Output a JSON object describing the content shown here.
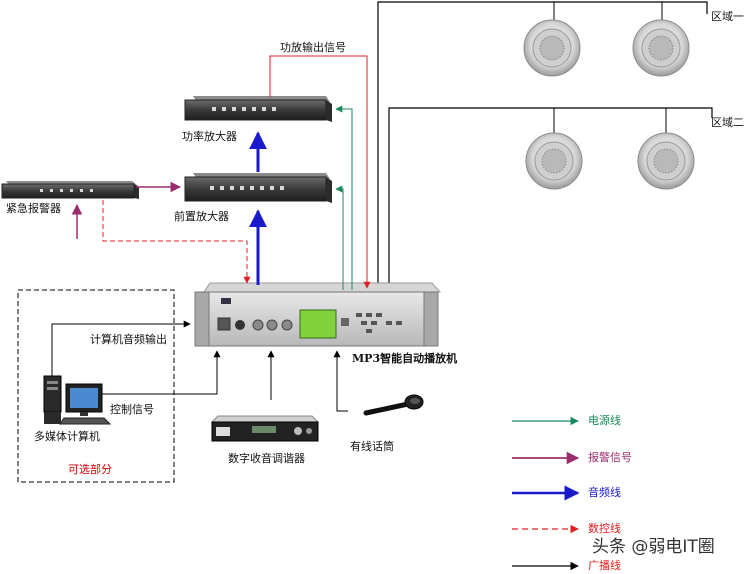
{
  "labels": {
    "amp_output_signal": "功放输出信号",
    "power_amplifier": "功率放大器",
    "pre_amplifier": "前置放大器",
    "emergency_alarm": "紧急报警器",
    "computer_audio_output": "计算机音频输出",
    "control_signal": "控制信号",
    "multimedia_computer": "多媒体计算机",
    "optional_part": "可选部分",
    "mp3_player": "MP3智能自动播放机",
    "digital_tuner": "数字收音调谐器",
    "wired_mic": "有线话筒",
    "zone1": "区域一",
    "zone2": "区域二"
  },
  "legend": [
    {
      "text": "电源线",
      "color": "#1a8a5a",
      "style": "solid"
    },
    {
      "text": "报警信号",
      "color": "#9b2d6e",
      "style": "solid"
    },
    {
      "text": "音频线",
      "color": "#1a1acc",
      "style": "solid"
    },
    {
      "text": "数控线",
      "color": "#e02020",
      "style": "dashed"
    },
    {
      "text": "广播线",
      "color": "#000000",
      "style": "solid"
    }
  ],
  "watermark": "头条 @弱电IT圈",
  "colors": {
    "power_line": "#1a8a5a",
    "alarm_signal": "#9b2d6e",
    "audio_line": "#1a1acc",
    "control_line": "#e02020",
    "broadcast_line": "#000000",
    "lcd_screen": "#7fd23a"
  },
  "icons": [
    "ceiling-speaker-icon",
    "rack-device-icon",
    "pc-icon",
    "microphone-icon",
    "tuner-icon"
  ]
}
